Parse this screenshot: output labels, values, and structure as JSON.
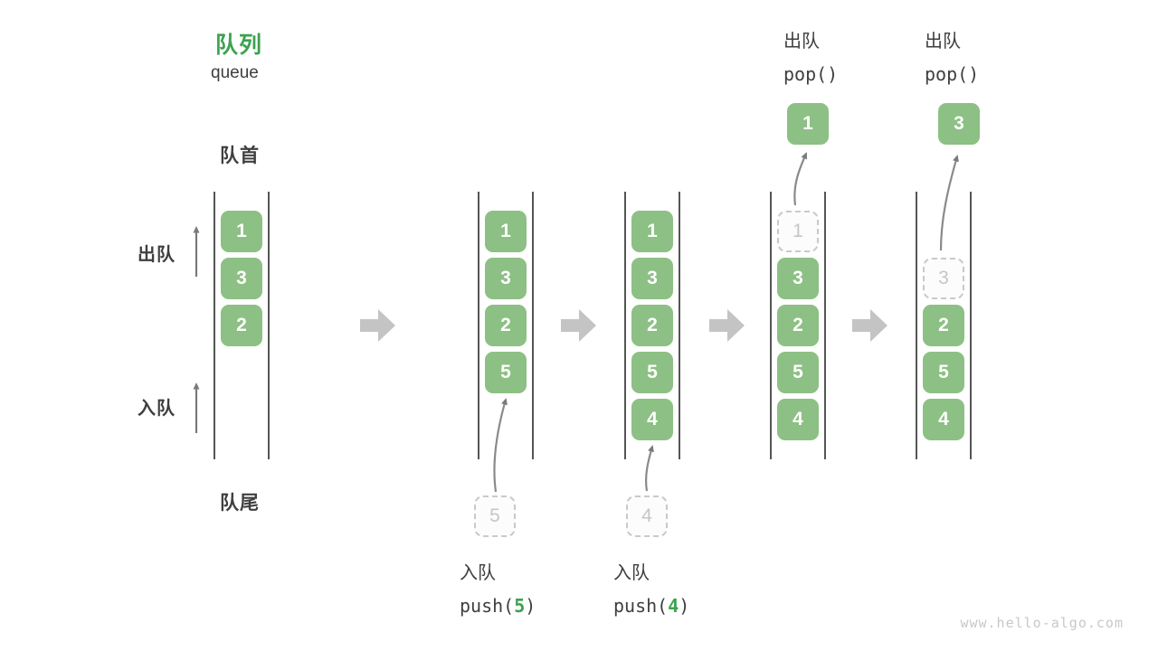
{
  "header": {
    "title": "队列",
    "subtitle": "queue"
  },
  "side_labels": {
    "front": "队首",
    "rear": "队尾",
    "dequeue": "出队",
    "enqueue": "入队"
  },
  "queues": [
    {
      "boxes": [
        {
          "v": "1"
        },
        {
          "v": "3"
        },
        {
          "v": "2"
        }
      ]
    },
    {
      "boxes": [
        {
          "v": "1"
        },
        {
          "v": "3"
        },
        {
          "v": "2"
        },
        {
          "v": "5"
        }
      ]
    },
    {
      "boxes": [
        {
          "v": "1"
        },
        {
          "v": "3"
        },
        {
          "v": "2"
        },
        {
          "v": "5"
        },
        {
          "v": "4"
        }
      ]
    },
    {
      "boxes": [
        {
          "v": "1",
          "ghost": true
        },
        {
          "v": "3"
        },
        {
          "v": "2"
        },
        {
          "v": "5"
        },
        {
          "v": "4"
        }
      ]
    },
    {
      "boxes": [
        {
          "v": "3",
          "ghost": true
        },
        {
          "v": "2"
        },
        {
          "v": "5"
        },
        {
          "v": "4"
        }
      ]
    }
  ],
  "staged_boxes": [
    {
      "v": "5"
    },
    {
      "v": "4"
    }
  ],
  "popped_boxes": [
    {
      "v": "1"
    },
    {
      "v": "3"
    }
  ],
  "push_ops": [
    {
      "label": "入队",
      "fn_open": "push(",
      "arg": "5",
      "fn_close": ")"
    },
    {
      "label": "入队",
      "fn_open": "push(",
      "arg": "4",
      "fn_close": ")"
    }
  ],
  "pop_ops": [
    {
      "label": "出队",
      "code": "pop()"
    },
    {
      "label": "出队",
      "code": "pop()"
    }
  ],
  "watermark": "www.hello-algo.com",
  "colors": {
    "box_green": "#8dc084",
    "accent_green": "#3ca24f",
    "text_dark": "#3f3f3f",
    "ghost_gray": "#c9c9c9",
    "thin_arrow_gray": "#7a7a7a",
    "block_arrow_gray": "#c4c4c4",
    "column_line_gray": "#555555",
    "watermark_gray": "#c8c8c8"
  }
}
